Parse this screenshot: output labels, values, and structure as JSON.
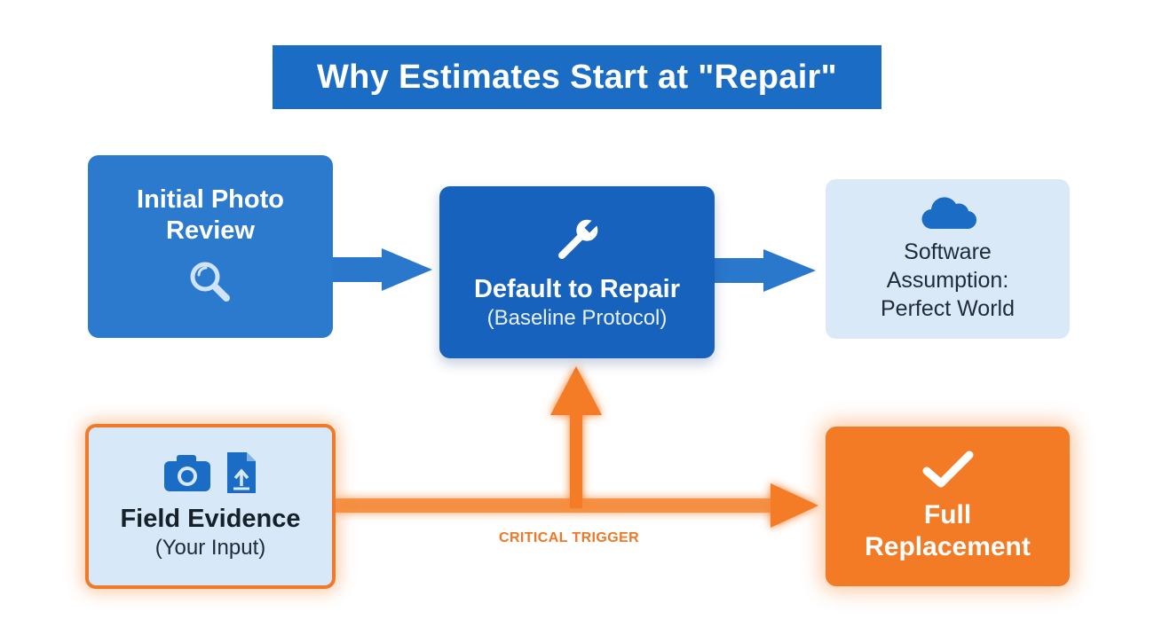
{
  "title": "Why Estimates Start at \"Repair\"",
  "nodes": {
    "initial": {
      "label": "Initial Photo Review",
      "icon": "magnifier-icon"
    },
    "default": {
      "label": "Default to Repair",
      "sublabel": "(Baseline Protocol)",
      "icon": "wrench-icon"
    },
    "software": {
      "lines": [
        "Software",
        "Assumption:",
        "Perfect World"
      ],
      "icon": "cloud-icon"
    },
    "field": {
      "label": "Field Evidence",
      "sublabel": "(Your Input)",
      "icons": [
        "camera-icon",
        "document-upload-icon"
      ]
    },
    "full": {
      "lines": [
        "Full",
        "Replacement"
      ],
      "icon": "checkmark-icon"
    }
  },
  "edges": [
    {
      "from": "Initial Photo Review",
      "to": "Default to Repair"
    },
    {
      "from": "Default to Repair",
      "to": "Software Assumption: Perfect World"
    },
    {
      "from": "Field Evidence",
      "to": "Default to Repair"
    },
    {
      "from": "Field Evidence",
      "to": "Full Replacement",
      "label": "CRITICAL TRIGGER"
    }
  ],
  "colors": {
    "blue": "#1a6cc4",
    "orange": "#f47b25",
    "light_blue": "#d9e9f8"
  }
}
